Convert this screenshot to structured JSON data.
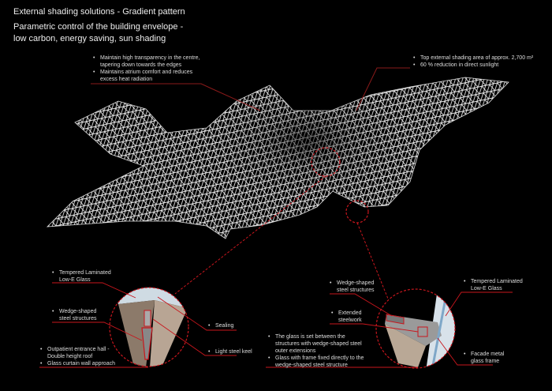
{
  "title": "External shading solutions - Gradient pattern",
  "subtitle_line1": "Parametric control of the building envelope -",
  "subtitle_line2": "low carbon, energy saving, sun shading",
  "notes": {
    "transparency": [
      "Maintain high transparency in the centre, tapering down towards the edges",
      "Maintains atrium comfort and reduces excess heat radiation"
    ],
    "area": [
      "Top external shading area of approx. 2,700 m²",
      "60 % reduction in direct sunlight"
    ],
    "left_glass": [
      "Tempered Laminated Low-E Glass"
    ],
    "left_wedge": [
      "Wedge-shaped steel structures"
    ],
    "left_hall": [
      "Outpatient entrance hall - Double height roof",
      "Glass curtain wall approach"
    ],
    "sealing": [
      "Sealing"
    ],
    "keel": [
      "Light steel keel"
    ],
    "right_wedge": [
      "Wedge-shaped steel structures"
    ],
    "extended": [
      "Extended steelwork"
    ],
    "glass_set": [
      "The glass is set between the structures with wedge-shaped steel outer extensions",
      "Glass with frame fixed directly to the wedge-shaped steel structure"
    ],
    "right_glass": [
      "Tempered Laminated Low-E Glass"
    ],
    "facade": [
      "Facade metal glass frame"
    ]
  },
  "colors": {
    "accent": "#c8161d",
    "mesh": "#e8e8e8",
    "background": "#000000"
  }
}
